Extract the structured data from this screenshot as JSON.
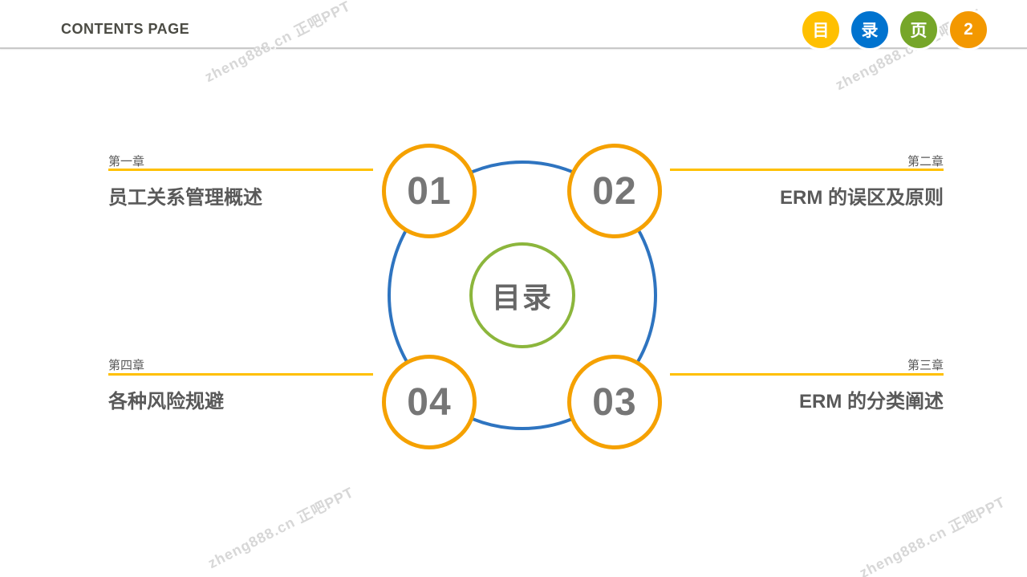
{
  "header": {
    "title": "CONTENTS PAGE",
    "badges": [
      {
        "label": "目",
        "color": "#FFC000"
      },
      {
        "label": "录",
        "color": "#0073CF"
      },
      {
        "label": "页",
        "color": "#76A629"
      },
      {
        "label": "2",
        "color": "#F39800"
      }
    ]
  },
  "diagram": {
    "center_label": "目录",
    "ring_color": "#2E74C0",
    "center_ring_color": "#8CB63C",
    "node_ring_color": "#F5A100"
  },
  "sections": [
    {
      "number": "01",
      "chapter": "第一章",
      "title": "员工关系管理概述"
    },
    {
      "number": "02",
      "chapter": "第二章",
      "title": "ERM 的误区及原则"
    },
    {
      "number": "03",
      "chapter": "第三章",
      "title": "ERM 的分类阐述"
    },
    {
      "number": "04",
      "chapter": "第四章",
      "title": "各种风险规避"
    }
  ],
  "watermark": {
    "text": "zheng888.cn 正吧PPT"
  },
  "colors": {
    "accent_yellow": "#FFC000",
    "text_gray": "#595959",
    "number_gray": "#767676",
    "divider_gray": "#c9c9c9"
  }
}
